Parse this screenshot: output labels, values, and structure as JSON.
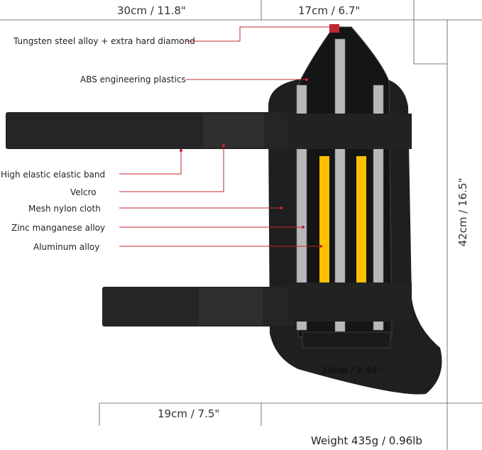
{
  "dimensions": {
    "top_left": "30cm / 11.8\"",
    "top_right": "17cm / 6.7\"",
    "height": "42cm / 16.5\"",
    "bottom": "19cm / 7.5\"",
    "inner_width": "10cm / 3.94\""
  },
  "labels": [
    "Tungsten steel alloy + extra hard diamond",
    "ABS engineering plastics",
    "High elastic elastic band",
    "Velcro",
    "Mesh nylon cloth",
    "Zinc manganese alloy",
    "Aluminum alloy"
  ],
  "weight": "Weight 435g / 0.96lb",
  "colors": {
    "leader_line": "#c0282d",
    "alloy_rail": "#ffc000",
    "strap": "#1e1e1e"
  }
}
